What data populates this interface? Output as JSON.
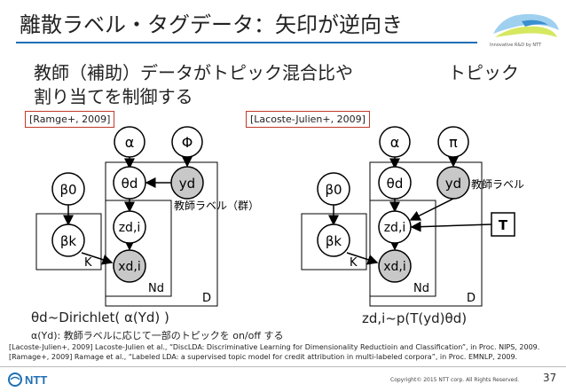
{
  "slide": {
    "title": "離散ラベル・タグデータ：矢印が逆向き",
    "subtitle_line1": "教師（補助）データがトピック混合比や",
    "subtitle_line1b": "トピック",
    "subtitle_line2": "割り当てを制御する",
    "logo_text": "Innovative R&D by NTT",
    "accent_color": "#1f6fb5",
    "citation_box_color": "#c0392b"
  },
  "left_model": {
    "citation": "[Ramge+, 2009]",
    "nodes": {
      "alpha": "α",
      "phi": "Φ",
      "theta": "θd",
      "y": "yd",
      "beta0": "β0",
      "beta_k": "βk",
      "z": "zd,i",
      "x": "xd,i"
    },
    "plates": {
      "k": "K",
      "n": "Nd",
      "d": "D"
    },
    "annotation": "教師ラベル（群）",
    "equation": "θd~Dirichlet( α(Yd) )",
    "note": "α(Yd): 教師ラベルに応じて一部のトピックを on/off する"
  },
  "right_model": {
    "citation": "[Lacoste-Julien+, 2009]",
    "nodes": {
      "alpha": "α",
      "pi": "π",
      "theta": "θd",
      "y": "yd",
      "beta0": "β0",
      "beta_k": "βk",
      "z": "zd,i",
      "x": "xd,i",
      "T": "T"
    },
    "plates": {
      "k": "K",
      "n": "Nd",
      "d": "D"
    },
    "annotation": "教師ラベル",
    "equation": "zd,i~p(T(yd)θd)"
  },
  "references": [
    "[Lacoste-Julien+, 2009] Lacoste-Julien et al., “DiscLDA: Discriminative Learning for Dimensionality Reductioin and Classification”, in Proc. NIPS, 2009.",
    "[Ramage+, 2009] Ramage et al., “Labeled LDA: a supervised topic model for credit attribution in multi-labeled corpora”, in Proc. EMNLP, 2009."
  ],
  "footer": {
    "company": "NTT",
    "copyright": "Copyright© 2015  NTT corp. All Rights Reserved.",
    "page_number": "37"
  }
}
